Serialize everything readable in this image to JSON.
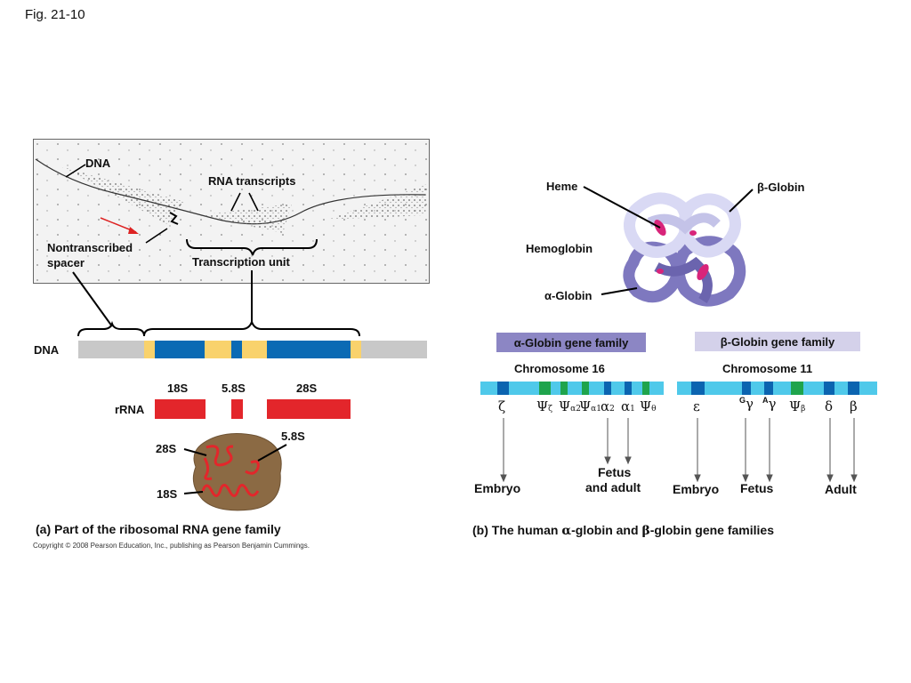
{
  "figure": {
    "label": "Fig. 21-10"
  },
  "panel_a": {
    "micrograph": {
      "dna_label": "DNA",
      "rna_transcripts_label": "RNA transcripts",
      "spacer_label_line1": "Nontranscribed",
      "spacer_label_line2": "spacer",
      "transcription_unit_label": "Transcription unit"
    },
    "dna_label": "DNA",
    "rrna_label": "rRNA",
    "rrna_segments": [
      "18S",
      "5.8S",
      "28S"
    ],
    "ribosome_labels": {
      "s28": "28S",
      "s58": "5.8S",
      "s18": "18S"
    },
    "caption": "(a) Part of the ribosomal RNA gene family",
    "copyright": "Copyright © 2008 Pearson Education, Inc., publishing as Pearson Benjamin Cummings.",
    "colors": {
      "blue": "#0a6ab4",
      "yellow": "#f9d26c",
      "grey": "#c8c8c8",
      "red": "#e3262b",
      "ribosome": "#8b6a44"
    }
  },
  "panel_b": {
    "hemoglobin": {
      "heme_label": "Heme",
      "hemoglobin_label": "Hemoglobin",
      "beta_label": "β-Globin",
      "alpha_label": "α-Globin"
    },
    "alpha_family": {
      "title": "α-Globin gene family",
      "chromosome": "Chromosome 16",
      "genes": {
        "zeta": "ζ",
        "psi": "Ψ",
        "zeta_sub": "ζ",
        "alpha": "α",
        "a2_sub": "2",
        "a1_sub": "1",
        "theta_sub": "θ"
      },
      "stages": {
        "embryo": "Embryo",
        "fetus_adult_line1": "Fetus",
        "fetus_adult_line2": "and adult"
      }
    },
    "beta_family": {
      "title": "β-Globin gene family",
      "chromosome": "Chromosome 11",
      "genes": {
        "epsilon": "ε",
        "gamma": "γ",
        "g_sup": "G",
        "a_sup": "A",
        "psi": "Ψ",
        "beta_sub": "β",
        "delta": "δ",
        "beta": "β"
      },
      "stages": {
        "embryo": "Embryo",
        "fetus": "Fetus",
        "adult": "Adult"
      }
    },
    "caption": {
      "prefix": "(b) The human ",
      "alpha": "α",
      "middle": "-globin and ",
      "beta": "β",
      "suffix": "-globin gene families"
    },
    "colors": {
      "alpha_box": "#8c86c4",
      "beta_box": "#d4d1ea",
      "chrom_light": "#4fc9ea",
      "chrom_dark": "#0b64b0",
      "chrom_green": "#1fa44c",
      "globin_light": "#d9d9f4",
      "globin_dark": "#7e78bf"
    }
  }
}
